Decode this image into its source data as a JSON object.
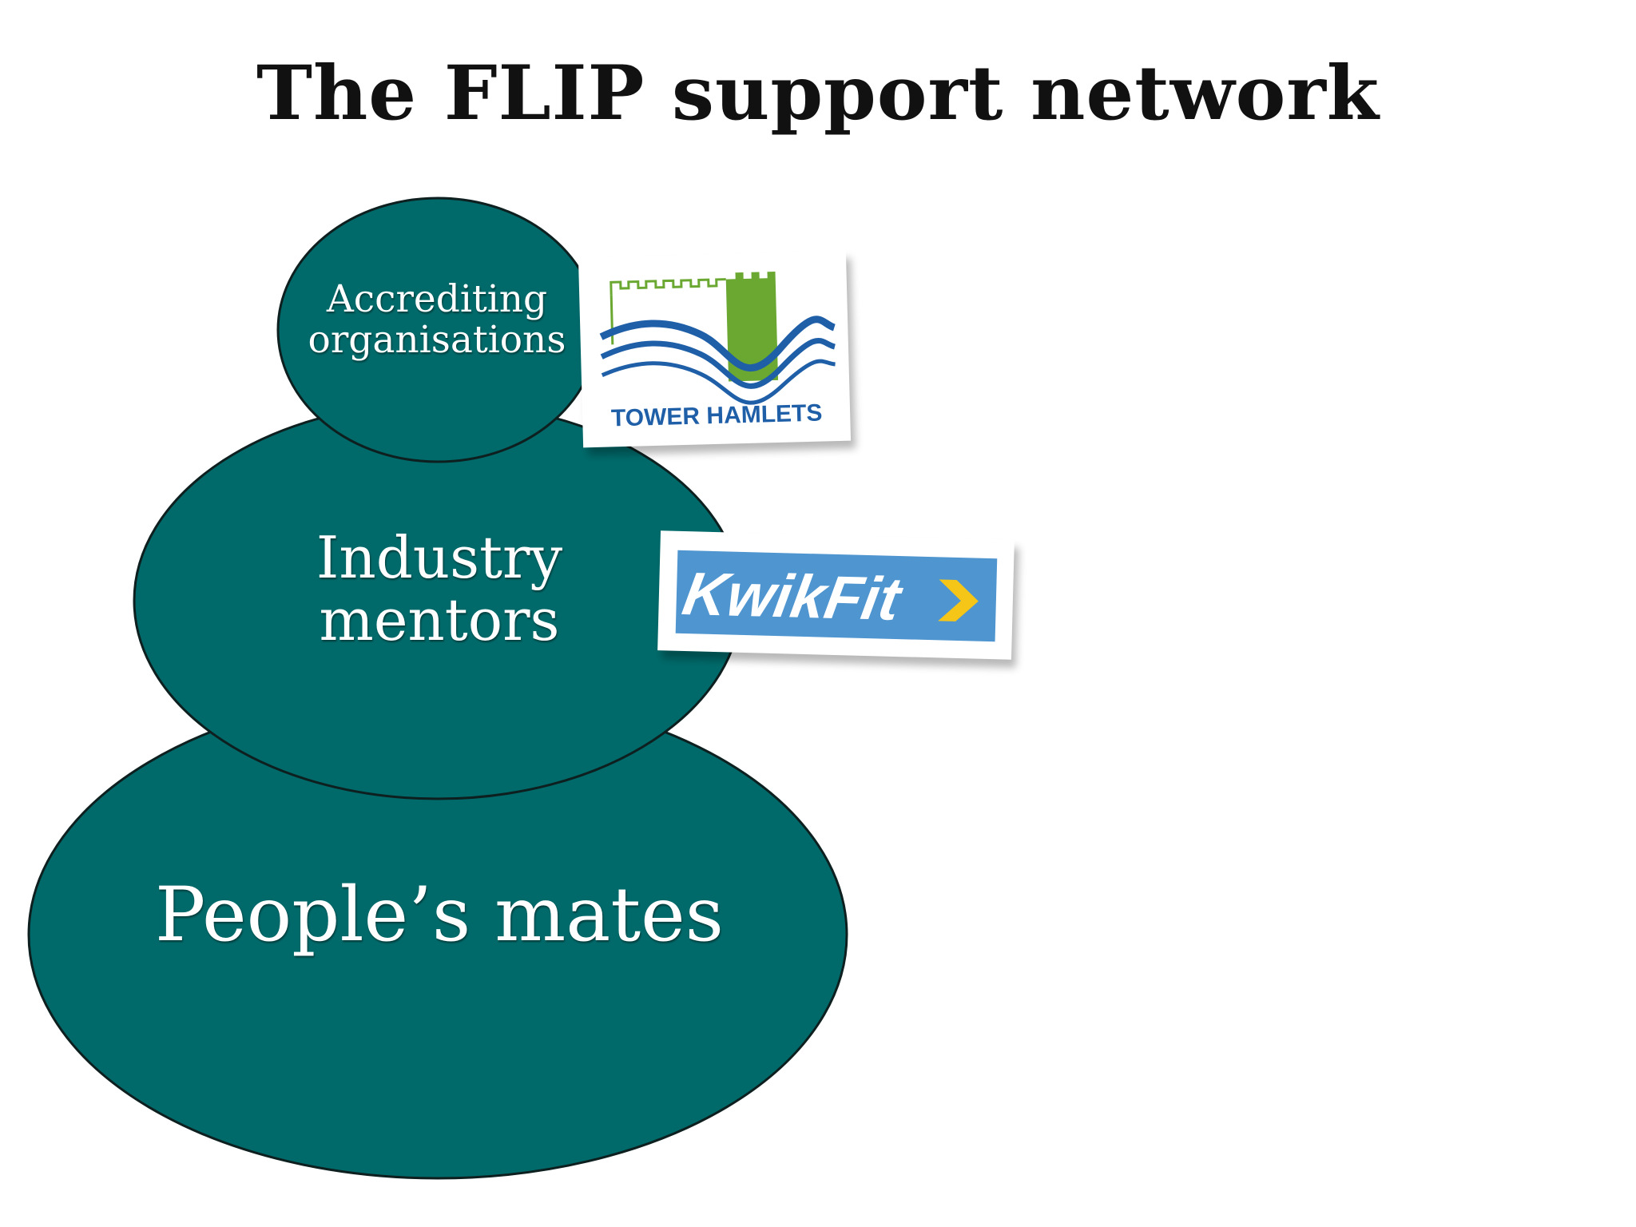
{
  "slide": {
    "title": "The FLIP support network"
  },
  "diagram": {
    "levels": [
      {
        "label": "Accrediting\norganisations"
      },
      {
        "label": "Industry\nmentors"
      },
      {
        "label": "People’s mates"
      }
    ],
    "colors": {
      "ellipse_fill": "#006a6a",
      "ellipse_stroke": "#0d1f1f",
      "tower_green": "#6aa832",
      "tower_blue": "#1f5fa8",
      "kwikfit_blue": "#4f95cf",
      "kwikfit_yellow": "#f5c518"
    }
  },
  "logos": {
    "tower_hamlets": {
      "text": "TOWER HAMLETS"
    },
    "kwik_fit": {
      "text": "KwikFit"
    }
  }
}
